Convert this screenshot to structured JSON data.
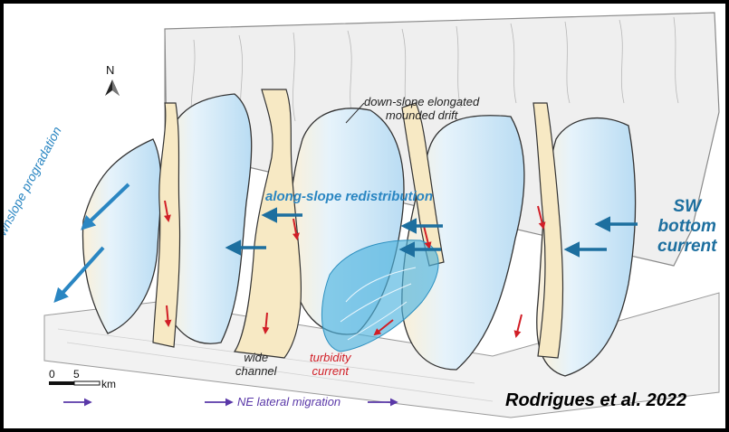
{
  "labels": {
    "north": "N",
    "drift_line1": "down-slope elongated",
    "drift_line2": "mounded drift",
    "downslope": "downslope progradation",
    "alongslope": "along-slope redistribution",
    "sw_line1": "SW",
    "sw_line2": "bottom",
    "sw_line3": "current",
    "wide_line1": "wide",
    "wide_line2": "channel",
    "turb_line1": "turbidity",
    "turb_line2": "current",
    "scale_zero": "0",
    "scale_five": "5",
    "scale_unit": "km",
    "ne_migration": "NE lateral migration",
    "citation": "Rodrigues et al. 2022"
  },
  "colors": {
    "drift_blue": "#2a86c2",
    "arrow_blue": "#1d6f9f",
    "turbidity_red": "#d11e26",
    "migration_purple": "#5a38a8",
    "channel_fill": "#f7e9c4"
  },
  "icons": {
    "north_arrow": "north-arrow-icon"
  }
}
